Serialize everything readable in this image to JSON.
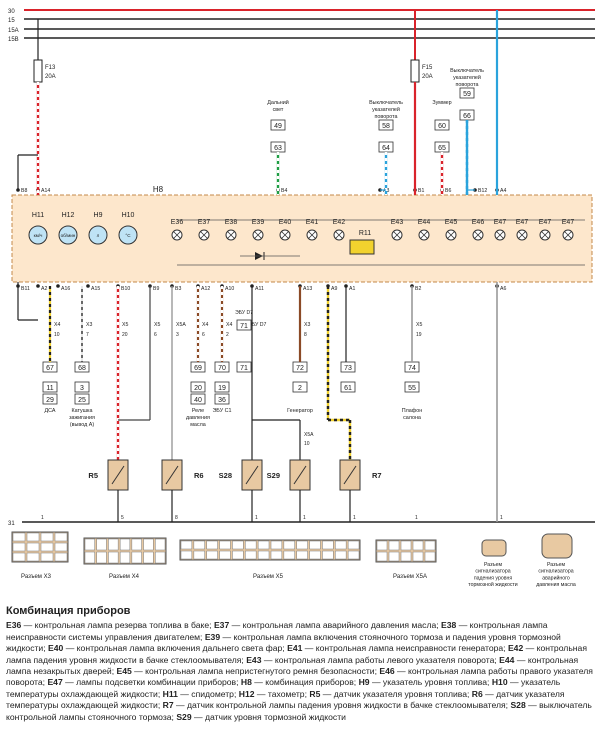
{
  "rails": [
    "30",
    "15",
    "15A",
    "31"
  ],
  "top_rails": [
    "30",
    "15",
    "15A",
    "15B"
  ],
  "fuses": [
    {
      "id": "F13",
      "rating": "20A"
    },
    {
      "id": "F15",
      "rating": "20A"
    }
  ],
  "h8_label": "H8",
  "top_pins": [
    "B8",
    "A14",
    "B4",
    "A3",
    "B1",
    "B6",
    "B12",
    "A4"
  ],
  "top_connectors": [
    {
      "label": "Дальний\nсвет",
      "n1": "49",
      "n2": "63"
    },
    {
      "label": "Выключатель\nуказателей\nповорота",
      "n1": "58",
      "n2": "64"
    },
    {
      "label": "Зуммер",
      "n1": "60",
      "n2": "65"
    },
    {
      "label": "Выключатель\nуказателей\nповорота",
      "n1": "59",
      "n2": "66"
    }
  ],
  "gauges": [
    {
      "id": "H11",
      "face": "км/ч"
    },
    {
      "id": "H12",
      "face": "об/мин"
    },
    {
      "id": "H9",
      "face": "л"
    },
    {
      "id": "H10",
      "face": "°C"
    }
  ],
  "lamps": [
    "E36",
    "E37",
    "E38",
    "E39",
    "E40",
    "E41",
    "E42",
    "E43",
    "E44",
    "E45",
    "E46",
    "E47",
    "E47",
    "E47",
    "E47"
  ],
  "r11": "R11",
  "bottom_pins": [
    "B11",
    "A2",
    "A16",
    "A15",
    "B10",
    "B9",
    "B3",
    "A12",
    "A10",
    "A11",
    "A13",
    "A9",
    "A1",
    "B2",
    "A6"
  ],
  "bottom_connectors": [
    {
      "conn": "X4",
      "pin": "10",
      "n1": "67",
      "n2": "11",
      "n3": "29",
      "label": "ДСА"
    },
    {
      "conn": "X3",
      "pin": "7",
      "n1": "68",
      "n2": "3",
      "n3": "25",
      "label": "Катушка\nзажигания\n(вывод А)"
    },
    {
      "conn": "X5",
      "pin": "20",
      "n1": "",
      "n2": "",
      "n3": "",
      "label": ""
    },
    {
      "conn": "X5",
      "pin": "6",
      "n1": "",
      "n2": "",
      "n3": "",
      "label": ""
    },
    {
      "conn": "X5A",
      "pin": "3",
      "n1": "",
      "n2": "",
      "n3": "",
      "label": ""
    },
    {
      "conn": "X4",
      "pin": "6",
      "n1": "69",
      "n2": "20",
      "n3": "40",
      "label": "Реле\nдавления\nмасла"
    },
    {
      "conn": "X4",
      "pin": "2",
      "n1": "70",
      "n2": "19",
      "n3": "36",
      "label": "ЭБУ С1"
    },
    {
      "conn": "ЭБУ D7",
      "pin": "",
      "n1": "71",
      "n2": "",
      "n3": "",
      "label": ""
    },
    {
      "conn": "X3",
      "pin": "8",
      "n1": "72",
      "n2": "2",
      "n3": "",
      "label": "Генератор"
    },
    {
      "conn": "",
      "pin": "",
      "n1": "73",
      "n2": "61",
      "n3": "",
      "label": ""
    },
    {
      "conn": "X5",
      "pin": "19",
      "n1": "74",
      "n2": "55",
      "n3": "",
      "label": "Плафон\nсалона"
    }
  ],
  "x5a_pin2": {
    "conn": "X5A",
    "pin": "10"
  },
  "sensors": [
    "R5",
    "R6",
    "S28",
    "S29",
    "R7"
  ],
  "ground_pins": [
    "1",
    "5",
    "8",
    "1",
    "1",
    "1",
    "1",
    "1"
  ],
  "connector_labels": [
    "Разъем X3",
    "Разъем X4",
    "Разъем X5",
    "Разъем X5A"
  ],
  "sensor_connector_labels": [
    "Разъем\nсигнализатора\nпадения уровня\nтормозной жидкости",
    "Разъем\nсигнализатора\nаварийного\nдавления масла"
  ],
  "colors": {
    "red": "#d9232b",
    "green": "#1f9e44",
    "blue": "#2aa3dc",
    "yellow": "#f2d22e",
    "brown": "#8b4a26",
    "grey": "#9a9a9a",
    "panel": "#fde7cc",
    "connector": "#e8c9a2"
  },
  "caption": {
    "title": "Комбинация приборов",
    "items": [
      {
        "k": "E36",
        "v": "контрольная лампа резерва топлива в баке"
      },
      {
        "k": "E37",
        "v": "контрольная лампа аварийного давления масла"
      },
      {
        "k": "E38",
        "v": "контрольная лампа неисправности системы управления двигателем"
      },
      {
        "k": "E39",
        "v": "контрольная лампа включения стояночного тормоза и падения уровня тормозной жидкости"
      },
      {
        "k": "E40",
        "v": "контрольная лампа включения дальнего света фар"
      },
      {
        "k": "E41",
        "v": "контрольная лампа неисправности генератора"
      },
      {
        "k": "E42",
        "v": "контрольная лампа падения уровня жидкости в бачке стеклоомывателя"
      },
      {
        "k": "E43",
        "v": "контрольная лампа работы левого указателя поворота"
      },
      {
        "k": "E44",
        "v": "контрольная лампа незакрытых дверей"
      },
      {
        "k": "E45",
        "v": "контрольная лампа непристегнутого ремня безопасности"
      },
      {
        "k": "E46",
        "v": "контрольная лампа работы правого указателя поворота"
      },
      {
        "k": "E47",
        "v": "лампы подсветки комбинации приборов"
      },
      {
        "k": "H8",
        "v": "комбинация приборов"
      },
      {
        "k": "H9",
        "v": "указатель уровня топлива"
      },
      {
        "k": "H10",
        "v": "указатель температуры охлаждающей жидкости"
      },
      {
        "k": "H11",
        "v": "спидометр"
      },
      {
        "k": "H12",
        "v": "тахометр"
      },
      {
        "k": "R5",
        "v": "датчик указателя уровня топлива"
      },
      {
        "k": "R6",
        "v": "датчик указателя температуры охлаждающей жидкости"
      },
      {
        "k": "R7",
        "v": "датчик контрольной лампы падения уровня жидкости в бачке стеклоомывателя"
      },
      {
        "k": "S28",
        "v": "выключатель контрольной лампы стояночного тормоза"
      },
      {
        "k": "S29",
        "v": "датчик уровня тормозной жидкости"
      }
    ]
  }
}
